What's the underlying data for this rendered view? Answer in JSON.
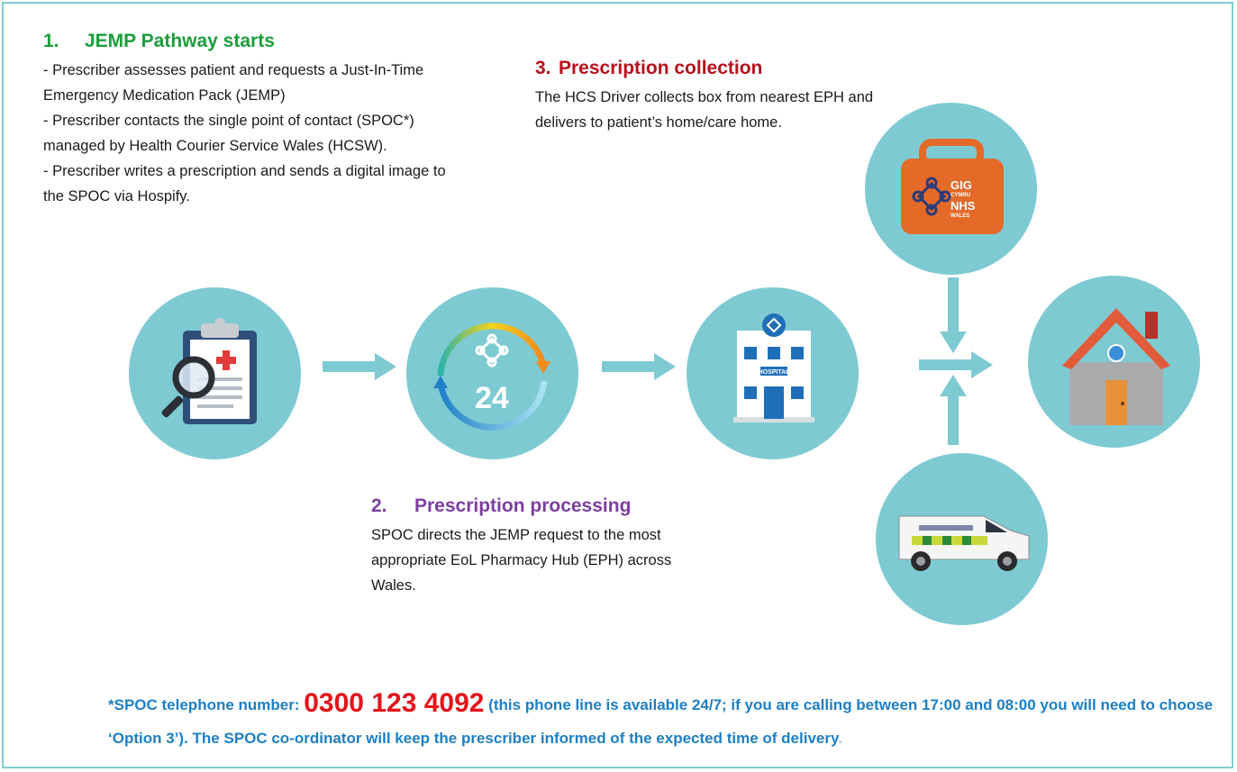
{
  "step1": {
    "number": "1.",
    "title": "JEMP Pathway starts",
    "lines": [
      "- Prescriber assesses patient and requests a Just-In-Time Emergency Medication Pack (JEMP)",
      "- Prescriber contacts the single point of contact (SPOC*) managed by Health Courier Service Wales (HCSW).",
      "- Prescriber writes a prescription and sends a digital image to the SPOC via Hospify."
    ]
  },
  "step2": {
    "number": "2.",
    "title": "Prescription processing",
    "text": "SPOC directs the JEMP request to the most appropriate EoL Pharmacy Hub (EPH) across Wales."
  },
  "step3": {
    "number": "3.",
    "title": "Prescription collection",
    "text": "The HCS Driver collects box from nearest EPH and delivers to patient’s home/care home."
  },
  "icons": {
    "prescription": "clipboard-magnifier-icon",
    "service_24": "24-hour-cycle-icon",
    "hospital": "hospital-building-icon",
    "bag": "nhs-wales-medical-bag-icon",
    "house": "house-icon",
    "van": "courier-van-icon"
  },
  "icon_text": {
    "service_24": "24",
    "hospital_sign": "HOSPITAL",
    "bag_logo": [
      "GIG",
      "CYMRU",
      "NHS",
      "WALES"
    ]
  },
  "footer": {
    "prefix": "*SPOC telephone number: ",
    "phone": "0300 123 4092",
    "text": " (this phone line is available  24/7; if you are calling between 17:00 and 08:00 you will need to choose ‘Option 3’). The SPOC co-ordinator  will keep the prescriber informed of the expected time of delivery",
    "end": "."
  },
  "colors": {
    "circle": "#7ecad2",
    "arrow": "#7ecad2",
    "step1_title": "#1a9e3a",
    "step2_title": "#7b3fa0",
    "step3_title": "#b5121b",
    "footer_text": "#1d7fc4",
    "phone": "#e4141b"
  }
}
